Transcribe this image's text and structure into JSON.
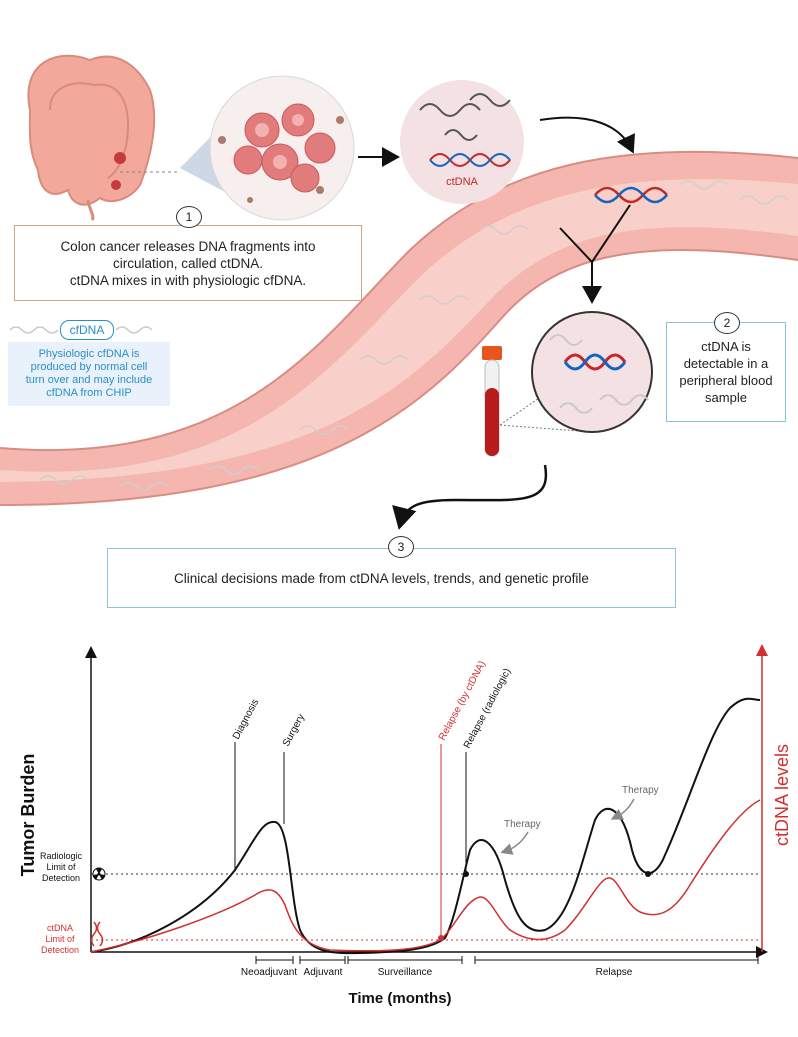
{
  "top": {
    "ctdna_label": "ctDNA",
    "step1": {
      "num": "1",
      "lines": [
        "Colon cancer releases DNA fragments into",
        "circulation, called ctDNA.",
        "ctDNA mixes in with physiologic cfDNA."
      ]
    },
    "cfdna": {
      "label": "cfDNA",
      "lines": [
        "Physiologic cfDNA is",
        "produced by normal cell",
        "turn over and may include",
        "cfDNA from CHIP"
      ]
    },
    "step2": {
      "num": "2",
      "lines": [
        "ctDNA is",
        "detectable in a",
        "peripheral blood",
        "sample"
      ]
    },
    "step3": {
      "num": "3",
      "text": "Clinical decisions made from ctDNA levels, trends, and genetic profile"
    }
  },
  "chart_data": {
    "type": "line",
    "xlabel": "Time (months)",
    "ylabel": "Tumor Burden",
    "y2label": "ctDNA levels",
    "thresholds": [
      {
        "name": "Radiologic Limit of Detection",
        "lines": [
          "Radiologic",
          "Limit of",
          "Detection"
        ],
        "level": "radiologic"
      },
      {
        "name": "ctDNA Limit of Detection",
        "lines": [
          "ctDNA",
          "Limit of",
          "Detection"
        ],
        "level": "ctdna"
      }
    ],
    "events": {
      "diagnosis": "Diagnosis",
      "surgery": "Surgery",
      "relapse_ctdna": "Relapse (by ctDNA)",
      "relapse_radiologic": "Relapse (radiologic)"
    },
    "therapy_labels": [
      "Therapy",
      "Therapy"
    ],
    "phases": [
      "Neoadjuvant",
      "Adjuvant",
      "Surveillance",
      "Relapse"
    ],
    "series": [
      {
        "name": "Tumor Burden",
        "color": "#111111"
      },
      {
        "name": "ctDNA levels",
        "color": "#d32f2f"
      }
    ]
  },
  "colors": {
    "accent_red": "#d32f2f",
    "vessel_pink": "#f4b6ae",
    "cfdna_blue": "#2a8fc4",
    "box_border_blue": "#8ec3e0",
    "box_border_tan": "#c9a785"
  }
}
